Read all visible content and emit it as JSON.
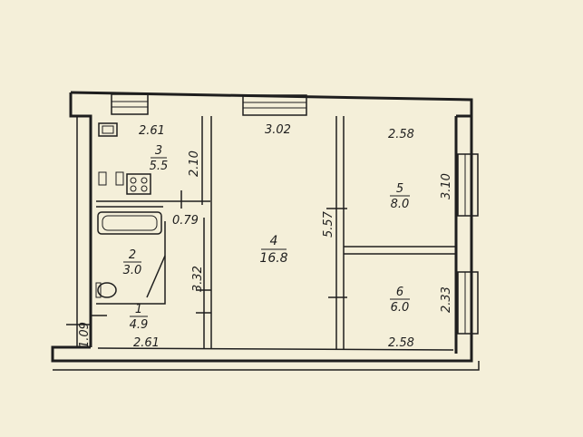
{
  "rooms": [
    {
      "id": "1",
      "area": "4.9"
    },
    {
      "id": "2",
      "area": "3.0"
    },
    {
      "id": "3",
      "area": "5.5"
    },
    {
      "id": "4",
      "area": "16.8"
    },
    {
      "id": "5",
      "area": "8.0"
    },
    {
      "id": "6",
      "area": "6.0"
    }
  ],
  "dimensions": {
    "top_left": "2.61",
    "top_center": "3.02",
    "top_right": "2.58",
    "bottom_left": "2.61",
    "bottom_right": "2.58",
    "room3_height": "2.10",
    "bath_corridor": "0.79",
    "corridor_height": "3.32",
    "room4_height": "5.57",
    "room5_height": "3.10",
    "room6_height": "2.33",
    "entry_height": "1.09"
  },
  "colors": {
    "paper": "#f4efd9",
    "ink": "#1e1e1e"
  },
  "fixtures": [
    "stove-icon",
    "bathtub-icon",
    "toilet-icon",
    "sink-icon"
  ]
}
